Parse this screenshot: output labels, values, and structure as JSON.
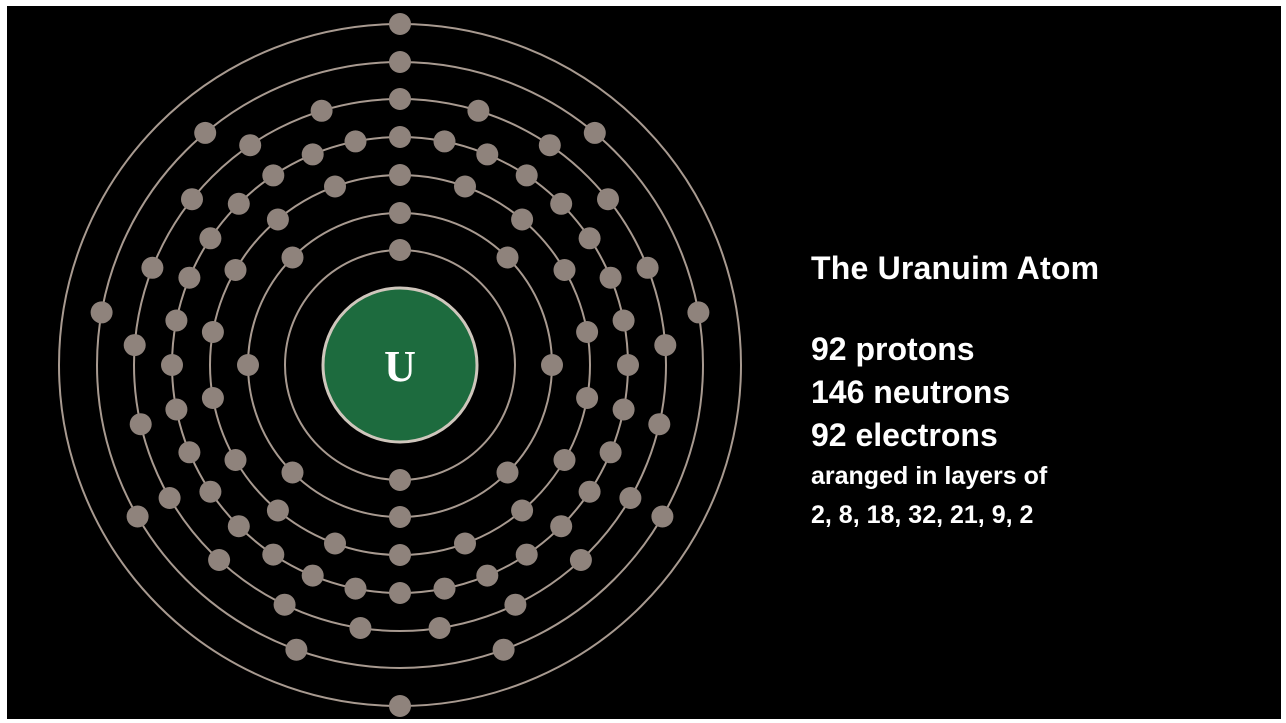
{
  "atom": {
    "symbol": "U",
    "shells": [
      2,
      8,
      18,
      32,
      21,
      9,
      2
    ]
  },
  "text": {
    "title": "The Uranuim Atom",
    "protons": "92 protons",
    "neutrons": "146 neutrons",
    "electrons": "92 electrons",
    "arranged": "aranged in layers of",
    "layers": "2, 8, 18, 32, 21, 9, 2"
  },
  "colors": {
    "background": "#000000",
    "nucleus_fill": "#1d6b3e",
    "nucleus_stroke": "#cfc6bc",
    "ring": "#a89a90",
    "electron": "#8f837c",
    "text": "#ffffff"
  }
}
